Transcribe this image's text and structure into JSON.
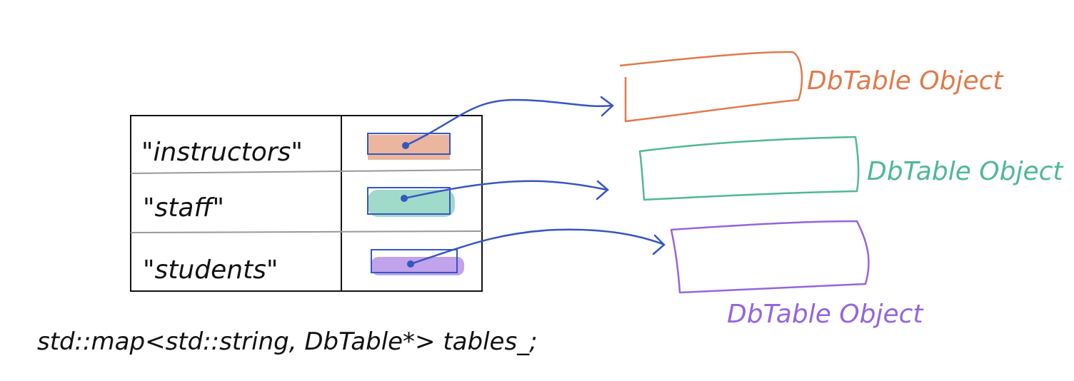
{
  "table": {
    "rows": [
      {
        "key": "\"instructors\"",
        "color": "#e8a98c"
      },
      {
        "key": "\"staff\"",
        "color": "#8fd3c0"
      },
      {
        "key": "\"students\"",
        "color": "#b593e8"
      }
    ]
  },
  "objects": [
    {
      "label": "DbTable Object",
      "color": "#e07a4a"
    },
    {
      "label": "DbTable Object",
      "color": "#4fb895"
    },
    {
      "label": "DbTable Object",
      "color": "#9466dc"
    }
  ],
  "declaration": "std::map<std::string, DbTable*> tables_;",
  "arrow_color": "#3656c2",
  "ink_color": "#111111"
}
